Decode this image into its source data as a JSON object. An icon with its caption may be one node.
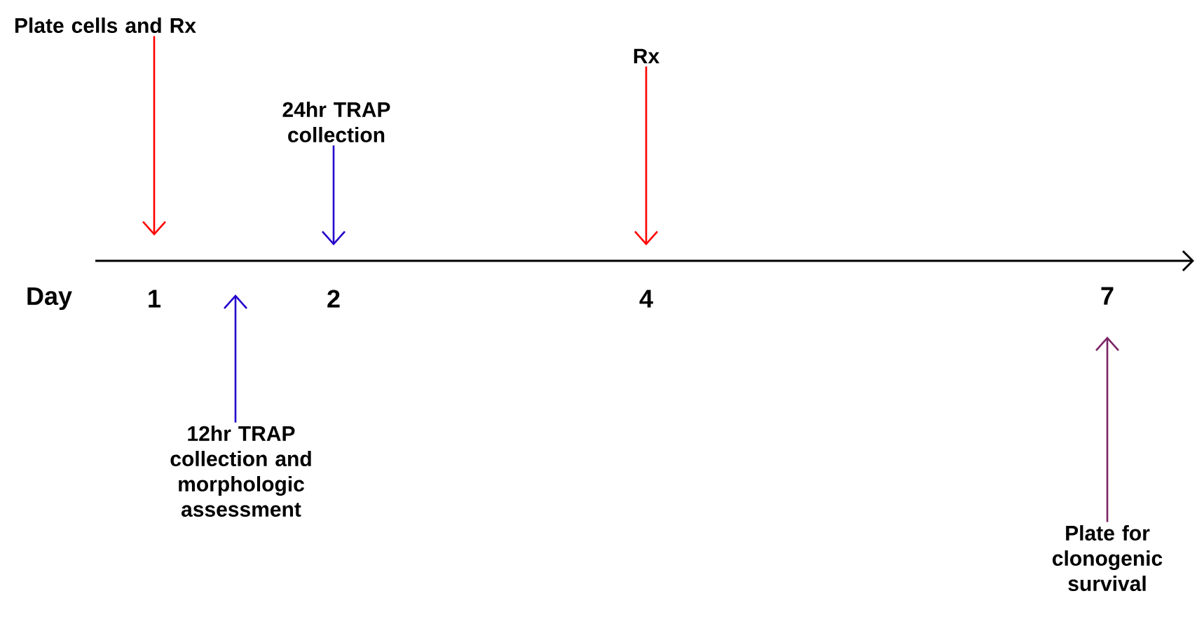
{
  "diagram": {
    "nodes": [
      {
        "text": [
          "Plate cells and Rx"
        ]
      },
      {
        "text": [
          "24hr TRAP collection"
        ]
      },
      {
        "text": [
          "Rx"
        ]
      },
      {
        "text": [
          "12hr TRAP collection and morphologic assessment"
        ]
      },
      {
        "text": [
          "Plate for clonogenic survival"
        ]
      }
    ],
    "edges": [
      {
        "from": 0,
        "to": null,
        "arrow": "to",
        "color": "#ff0000"
      },
      {
        "from": 1,
        "to": null,
        "arrow": "to",
        "color": "#2200cc"
      },
      {
        "from": 2,
        "to": null,
        "arrow": "to",
        "color": "#ff0000"
      },
      {
        "from": 3,
        "to": null,
        "arrow": "to",
        "color": "#2200cc"
      },
      {
        "from": 4,
        "to": null,
        "arrow": "to",
        "color": "#7b2466"
      }
    ],
    "labels": [
      "Day",
      "1",
      "2",
      "4",
      "7"
    ]
  }
}
